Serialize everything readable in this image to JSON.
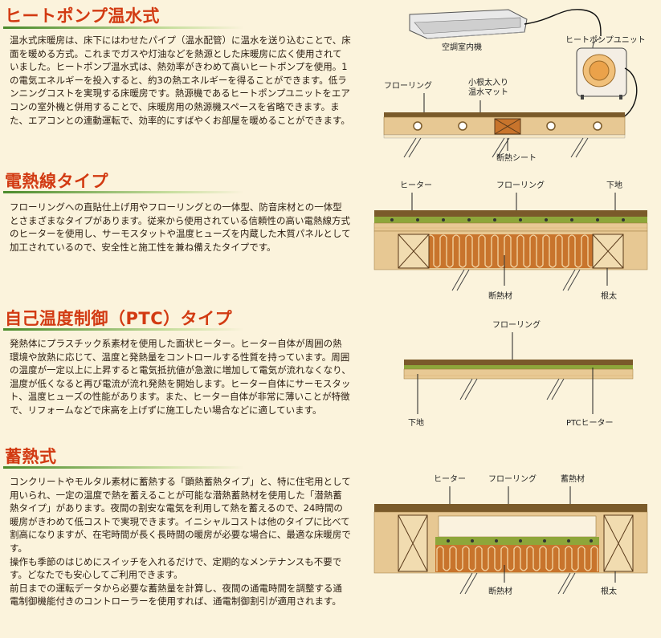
{
  "sections": [
    {
      "title": "ヒートポンプ温水式",
      "body": [
        "温水式床暖房は、床下にはわせたパイプ（温水配管）に温水を送り込むことで、床面を暖める方式。これまでガスや灯油などを熱源とした床暖房に広く使用されていました。ヒートポンプ温水式は、熱効率がきわめて高いヒートポンプを使用。1の電気エネルギーを投入すると、約3の熱エネルギーを得ることができます。低ランニングコストを実現する床暖房です。熱源機であるヒートポンプユニットをエアコンの室外機と併用することで、床暖房用の熱源機スペースを省略できます。また、エアコンとの連動運転で、効率的にすばやくお部屋を暖めることができます。"
      ]
    },
    {
      "title": "電熱線タイプ",
      "body": [
        "フローリングへの直貼仕上げ用やフローリングとの一体型、防音床材との一体型とさまざまなタイプがあります。従来から使用されている信頼性の高い電熱線方式のヒーターを使用し、サーモスタットや温度ヒューズを内蔵した木質パネルとして加工されているので、安全性と施工性を兼ね備えたタイプです。"
      ]
    },
    {
      "title": "自己温度制御（PTC）タイプ",
      "body": [
        "発熱体にプラスチック系素材を使用した面状ヒーター。ヒーター自体が周囲の熱環境や放熱に応じて、温度と発熱量をコントロールする性質を持っています。周囲の温度が一定以上に上昇すると電気抵抗値が急激に増加して電気が流れなくなり、温度が低くなると再び電流が流れ発熱を開始します。ヒーター自体にサーモスタット、温度ヒューズの性能があります。また、ヒーター自体が非常に薄いことが特徴で、リフォームなどで床高を上げずに施工したい場合などに適しています。"
      ]
    },
    {
      "title": "蓄熱式",
      "body": [
        "コンクリートやモルタル素材に蓄熱する「顕熱蓄熱タイプ」と、特に住宅用として用いられ、一定の温度で熱を蓄えることが可能な潜熱蓄熱材を使用した「潜熱蓄熱タイプ」があります。夜間の割安な電気を利用して熱を蓄えるので、24時間の暖房がきわめて低コストで実現できます。イニシャルコストは他のタイプに比べて割高になりますが、在宅時間が長く長時間の暖房が必要な場合に、最適な床暖房です。",
        "操作も季節のはじめにスイッチを入れるだけで、定期的なメンテナンスも不要です。どなたでも安心してご利用できます。",
        "前日までの運転データから必要な蓄熱量を計算し、夜間の通電時間を調整する通電制御機能付きのコントローラーを使用すれば、通電制御割引が適用されます。"
      ]
    }
  ],
  "diagrams": {
    "heatpump": {
      "indoor_unit": "空調室内機",
      "outdoor_unit": "ヒートポンプユニット",
      "flooring": "フローリング",
      "mat": "小根太入り\n温水マット",
      "insulation_sheet": "断熱シート"
    },
    "electric": {
      "heater": "ヒーター",
      "flooring": "フローリング",
      "subfloor": "下地",
      "insulation": "断熱材",
      "joist": "根太"
    },
    "ptc": {
      "flooring": "フローリング",
      "subfloor": "下地",
      "heater": "PTCヒーター"
    },
    "storage": {
      "heater": "ヒーター",
      "flooring": "フローリング",
      "storage_material": "蓄熱材",
      "insulation": "断熱材",
      "joist": "根太"
    }
  },
  "colors": {
    "heading": "#d23a12",
    "underline": "#4a8a2a",
    "wood": "#e7c893",
    "flooring": "#7a5a2a",
    "insulation": "#c8742c"
  }
}
